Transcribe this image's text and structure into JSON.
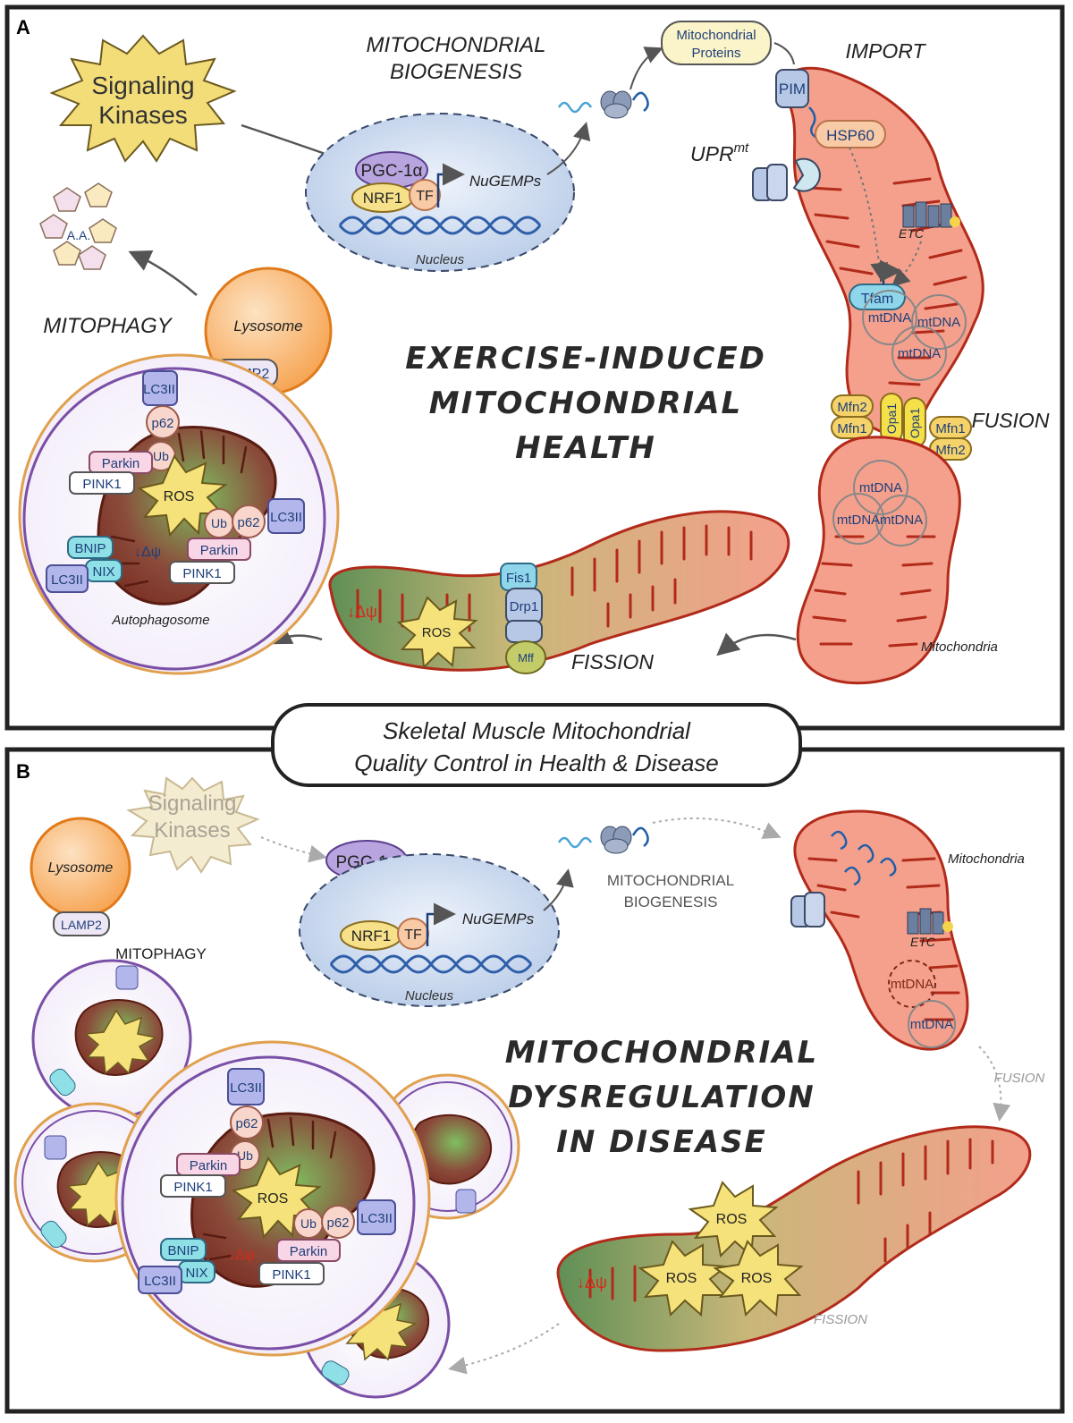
{
  "panel_a": {
    "letter": "A",
    "signaling_kinases": [
      "Signaling",
      "Kinases"
    ],
    "biogenesis": [
      "MITOCHONDRIAL",
      "BIOGENESIS"
    ],
    "mito_proteins": [
      "Mitochondrial",
      "Proteins"
    ],
    "import": "IMPORT",
    "pim": "PIM",
    "hsp60": "HSP60",
    "upr": "UPR",
    "upr_sup": "mt",
    "pgc": "PGC-1α",
    "nrf1": "NRF1",
    "tf": "TF",
    "nugemps": "NuGEMPs",
    "nucleus": "Nucleus",
    "etc": "ETC",
    "tfam": "Tfam",
    "mtdna": "mtDNA",
    "aa": "A.A.",
    "mitophagy": "MITOPHAGY",
    "lysosome": "Lysosome",
    "lamp2": "LAMP2",
    "lc3ii": "LC3II",
    "p62": "p62",
    "ub": "Ub",
    "parkin": "Parkin",
    "pink1": "PINK1",
    "ros": "ROS",
    "bnip": "BNIP",
    "nix": "NIX",
    "delta_psi": "↓Δψ",
    "autophagosome": "Autophagosome",
    "main_title": [
      "EXERCISE-INDUCED",
      "MITOCHONDRIAL",
      "HEALTH"
    ],
    "mfn2": "Mfn2",
    "mfn1": "Mfn1",
    "opa1": "Opa1",
    "fusion": "FUSION",
    "fis1": "Fis1",
    "drp1": "Drp1",
    "mff": "Mff",
    "fission": "FISSION",
    "mitochondria": "Mitochondria"
  },
  "center_title": [
    "Skeletal Muscle Mitochondrial",
    "Quality Control in Health & Disease"
  ],
  "panel_b": {
    "letter": "B",
    "signaling_kinases": [
      "Signaling",
      "Kinases"
    ],
    "pgc": "PGC-1α",
    "nrf1": "NRF1",
    "tf": "TF",
    "nugemps": "NuGEMPs",
    "nucleus": "Nucleus",
    "biogenesis": [
      "MITOCHONDRIAL",
      "BIOGENESIS"
    ],
    "mitochondria": "Mitochondria",
    "etc": "ETC",
    "mtdna": "mtDNA",
    "lysosome": "Lysosome",
    "lamp2": "LAMP2",
    "mitophagy": "MITOPHAGY",
    "lc3ii": "LC3II",
    "p62": "p62",
    "ub": "Ub",
    "parkin": "Parkin",
    "pink1": "PINK1",
    "ros": "ROS",
    "bnip": "BNIP",
    "nix": "NIX",
    "delta_psi": "↓Δψ",
    "main_title": [
      "MITOCHONDRIAL",
      "DYSREGULATION",
      "IN DISEASE"
    ],
    "fusion": "FUSION",
    "fission": "FISSION"
  },
  "colors": {
    "mito_fill": "#f4a08c",
    "mito_stroke": "#b22a1a",
    "lysosome": "#f6a24e",
    "nucleus": "#c9d8ee",
    "autophagosome": "#7a4fa6",
    "star": "#f5e27a",
    "title": "#222222"
  }
}
